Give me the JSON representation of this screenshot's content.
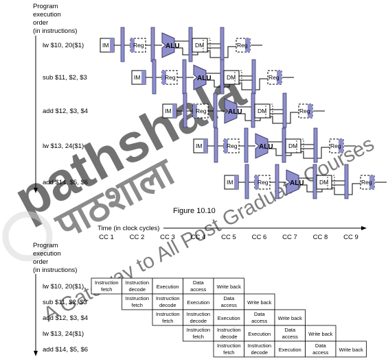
{
  "axis_label": {
    "line1": "Program",
    "line2": "execution",
    "line3": "order",
    "line4": "(in instructions)"
  },
  "instructions": [
    "lw $10, 20($1)",
    "sub $11, $2, $3",
    "add $12, $3, $4",
    "lw $13, 24($1)",
    "add $14, $5, $6"
  ],
  "units": {
    "im": "IM",
    "reg": "Reg",
    "alu": "ALU",
    "dm": "DM"
  },
  "figure_caption": "Figure 10.10",
  "time_label": "Time (in clock cycles)",
  "clock_cycles": [
    "CC 1",
    "CC 2",
    "CC 3",
    "CC 4",
    "CC 5",
    "CC 6",
    "CC 7",
    "CC 8",
    "CC 9"
  ],
  "stages": [
    [
      "Instruction",
      "fetch"
    ],
    [
      "Instruction",
      "decode"
    ],
    [
      "Execution"
    ],
    [
      "Data",
      "access"
    ],
    [
      "Write back"
    ]
  ],
  "watermark": {
    "brand": "pathshala",
    "devanagari": "पाठशाला",
    "tagline": "A Gateway to All Post Graduate Courses"
  },
  "colors": {
    "unit_fill": "#8f8fce",
    "unit_stroke": "#3a3a66",
    "line": "#000000",
    "watermark": "#cfcfcf"
  }
}
